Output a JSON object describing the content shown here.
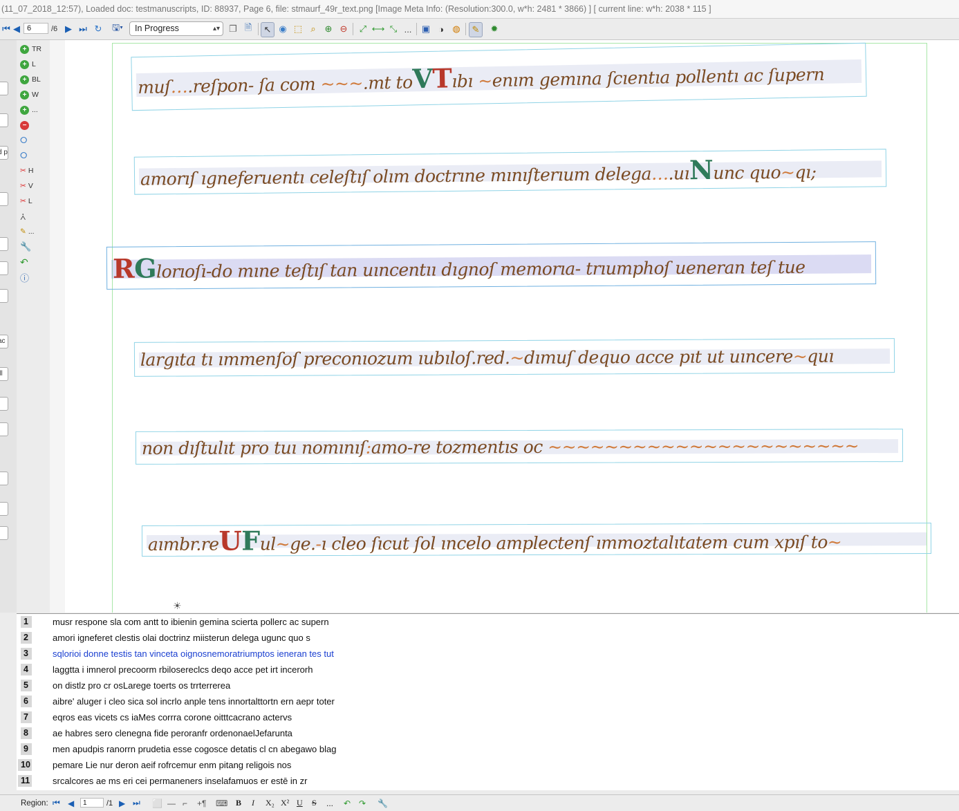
{
  "window": {
    "title": "(11_07_2018_12:57), Loaded doc: testmanuscripts, ID: 88937, Page 6, file: stmaurf_49r_text.png [Image Meta Info: (Resolution:300.0, w*h: 2481 * 3866) ] [ current line: w*h: 2038 * 115 ]"
  },
  "toolbar": {
    "page_value": "6",
    "page_total": "/6",
    "status_value": "In Progress",
    "more": "..."
  },
  "left_panel": {
    "clipped_labels": [
      "d p",
      "ac",
      "ill"
    ]
  },
  "vtools": {
    "items": [
      {
        "label": "TR",
        "kind": "add"
      },
      {
        "label": "L",
        "kind": "add"
      },
      {
        "label": "BL",
        "kind": "add"
      },
      {
        "label": "W",
        "kind": "add"
      },
      {
        "label": "...",
        "kind": "add"
      },
      {
        "label": "",
        "kind": "remove"
      },
      {
        "label": "H",
        "kind": "split"
      },
      {
        "label": "V",
        "kind": "split"
      },
      {
        "label": "L",
        "kind": "split"
      },
      {
        "label": "...",
        "kind": "edit"
      }
    ]
  },
  "text_lines": [
    {
      "num": "1",
      "text": "musr respone sla com antt to ibienin gemina scierta pollerc ac supern"
    },
    {
      "num": "2",
      "text": "amori igneferet clestis olai doctrinz miisterun delega ugunc quo s"
    },
    {
      "num": "3",
      "text": "sqlorioi donne testis tan vinceta oignosnemoratriumptos ieneran tes tut"
    },
    {
      "num": "4",
      "text": "laggtta i imnerol precoorm rbilosereclcs deqo acce pet irt incerorh"
    },
    {
      "num": "5",
      "text": "on distlz pro cr osLarege toerts os trrterrerea"
    },
    {
      "num": "6",
      "text": "aibre' aluger i cleo sica sol incrlo anple tens innortalttortn ern aepr toter"
    },
    {
      "num": "7",
      "text": "eqros  eas vicets cs iaMes corrra corone oitttcacrano actervs"
    },
    {
      "num": "8",
      "text": "ae habres sero clenegna fide peroranfr ordenonaelJefarunta"
    },
    {
      "num": "9",
      "text": "men apudpis ranorrn prudetia esse cogosce detatis cl cn abegawo blag"
    },
    {
      "num": "10",
      "text": "pemare Lie nur deron aeif rofrcemur enm pitang religois nos"
    },
    {
      "num": "11",
      "text": "srcalcores ae ms eri cei permaneners inselafamuos er estē in zr"
    }
  ],
  "bottom_bar": {
    "region_label": "Region:",
    "region_value": "1",
    "region_total": "/1",
    "bold": "B",
    "italic": "I",
    "underline": "U",
    "strike": "S",
    "more": "..."
  }
}
